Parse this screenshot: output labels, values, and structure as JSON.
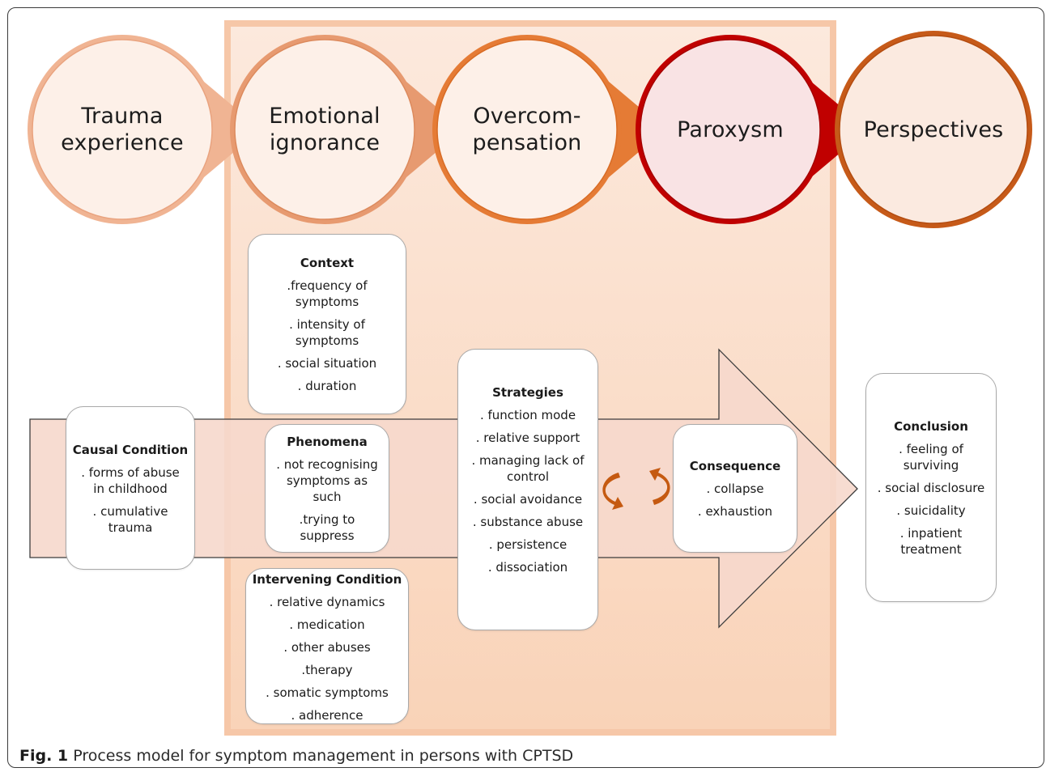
{
  "colors": {
    "panel": "#f9d3b8",
    "circle1": "#f0b493",
    "circle2": "#e79a70",
    "circle3": "#e57b35",
    "circle4": "#c00000",
    "circle5": "#c65a19",
    "big_arrow": "#f6d8cc",
    "cycle_arrows": "#c55a11"
  },
  "stages": [
    {
      "label": "Trauma\nexperience"
    },
    {
      "label": "Emotional\nignorance"
    },
    {
      "label": "Overcom-\npensation"
    },
    {
      "label": "Paroxysm"
    },
    {
      "label": "Perspectives"
    }
  ],
  "cards": {
    "context": {
      "title": "Context",
      "items": [
        ".frequency of\nsymptoms",
        ". intensity  of\nsymptoms",
        ". social situation",
        ". duration"
      ]
    },
    "causal": {
      "title": "Causal Condition",
      "items": [
        ". forms of abuse\nin childhood",
        ". cumulative\ntrauma"
      ]
    },
    "phenomena": {
      "title": "Phenomena",
      "items": [
        ". not recognising\nsymptoms  as\nsuch",
        ".trying to\nsuppress"
      ]
    },
    "intervening": {
      "title": "Intervening Condition",
      "items": [
        ". relative dynamics",
        ". medication",
        ". other abuses",
        ".therapy",
        ". somatic symptoms",
        ". adherence"
      ]
    },
    "strategies": {
      "title": "Strategies",
      "items": [
        ". function mode",
        ". relative support",
        ". managing lack of\ncontrol",
        ". social avoidance",
        ". substance abuse",
        ". persistence",
        ". dissociation"
      ]
    },
    "consequence": {
      "title": "Consequence",
      "items": [
        ". collapse",
        ". exhaustion"
      ]
    },
    "conclusion": {
      "title": "Conclusion",
      "items": [
        ". feeling of\nsurviving",
        ". social disclosure",
        ". suicidality",
        ". inpatient\ntreatment"
      ]
    }
  },
  "caption": {
    "label": "Fig. 1",
    "text": "Process model for symptom management in persons with CPTSD"
  }
}
